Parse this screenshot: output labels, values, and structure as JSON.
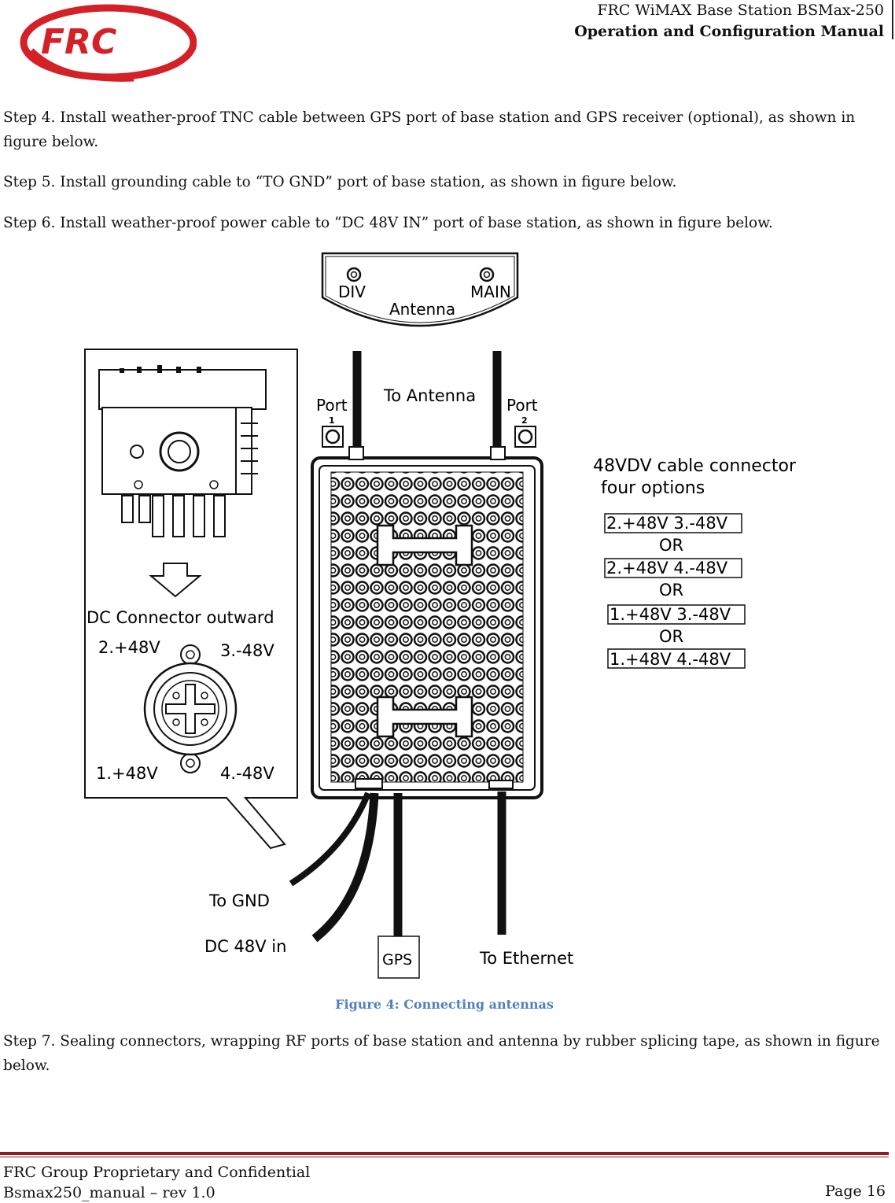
{
  "header": {
    "logo_text": "FRC",
    "line1": "FRC WiMAX Base Station BSMax-250",
    "line2": "Operation and Configuration Manual"
  },
  "steps": {
    "step4": "Step 4. Install weather-proof TNC cable between GPS port of base station and GPS receiver (optional), as shown in figure below.",
    "step5": "Step 5. Install grounding cable to “TO GND” port of base station, as shown in figure below.",
    "step6": "Step 6. Install weather-proof power cable to “DC 48V IN” port of base station, as shown in figure below.",
    "step7": "Step 7. Sealing connectors, wrapping RF ports of base station and antenna by rubber splicing tape, as shown in figure below."
  },
  "figure": {
    "antenna_div": "DIV",
    "antenna_main": "MAIN",
    "antenna_label": "Antenna",
    "to_antenna": "To  Antenna",
    "port": "Port",
    "port1_num": "1",
    "port2_num": "2",
    "dc_connector_outward": "DC Connector outward",
    "pin2": "2.+48V",
    "pin3": "3.-48V",
    "pin1": "1.+48V",
    "pin4": "4.-48V",
    "cable_title1": "48VDV cable connector",
    "cable_title2": "four options",
    "options": [
      "2.+48V 3.-48V",
      "2.+48V 4.-48V",
      "1.+48V 3.-48V",
      "1.+48V 4.-48V"
    ],
    "or_label": "OR",
    "to_gnd": "To GND",
    "dc_in": "DC 48V  in",
    "gps": "GPS",
    "to_ethernet": "To  Ethernet",
    "caption": "Figure 4: Connecting antennas"
  },
  "footer": {
    "line1": "FRC Group Proprietary and Confidential",
    "line2": "Bsmax250_manual – rev 1.0",
    "page": "Page 16"
  },
  "colors": {
    "logo_red": "#d42027",
    "caption_blue": "#4f81bd",
    "footer_rule": "#8b1f1f"
  }
}
